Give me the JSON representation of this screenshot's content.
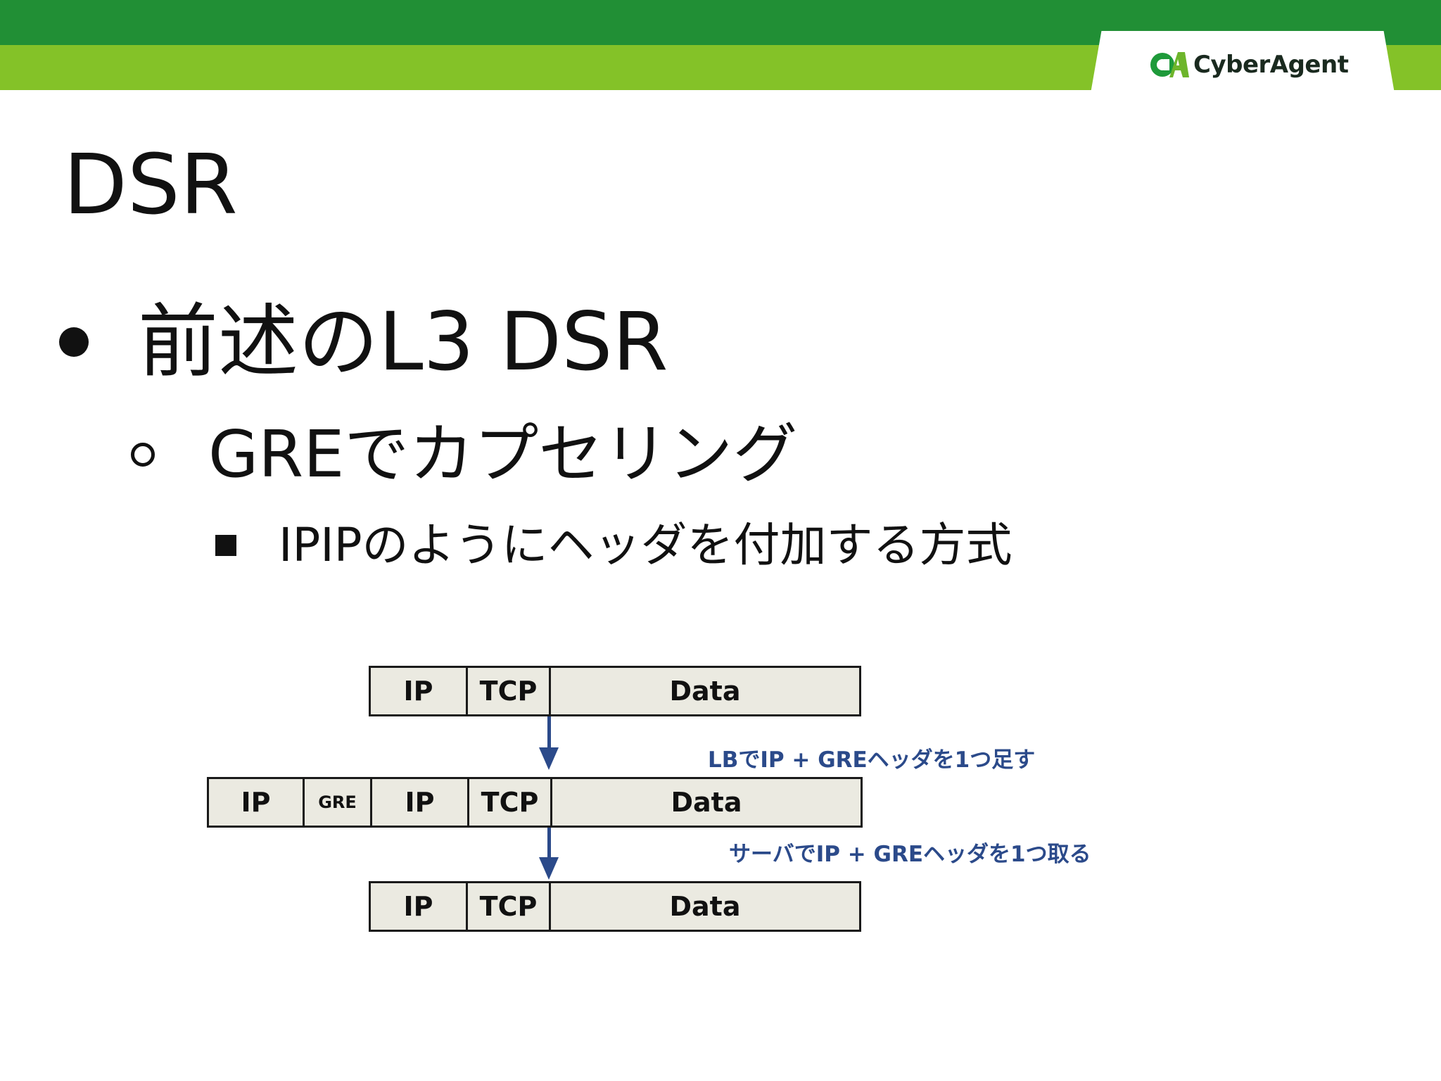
{
  "header": {
    "brand": "CyberAgent",
    "colors": {
      "dark_band": "#218f35",
      "light_band": "#84c228"
    }
  },
  "slide": {
    "title": "DSR",
    "bullet1": "前述のL3 DSR",
    "bullet2": "GREでカプセリング",
    "bullet3": "IPIPのようにヘッダを付加する方式"
  },
  "diagram": {
    "packet_top": [
      "IP",
      "TCP",
      "Data"
    ],
    "packet_mid": [
      "IP",
      "GRE",
      "IP",
      "TCP",
      "Data"
    ],
    "packet_bottom": [
      "IP",
      "TCP",
      "Data"
    ],
    "note1": "LBでIP + GREヘッダを1つ足す",
    "note2": "サーバでIP + GREヘッダを1つ取る",
    "colors": {
      "cell_fill": "#ebeae1",
      "arrow": "#2b4a8a",
      "note_text": "#2b4a8a"
    }
  }
}
